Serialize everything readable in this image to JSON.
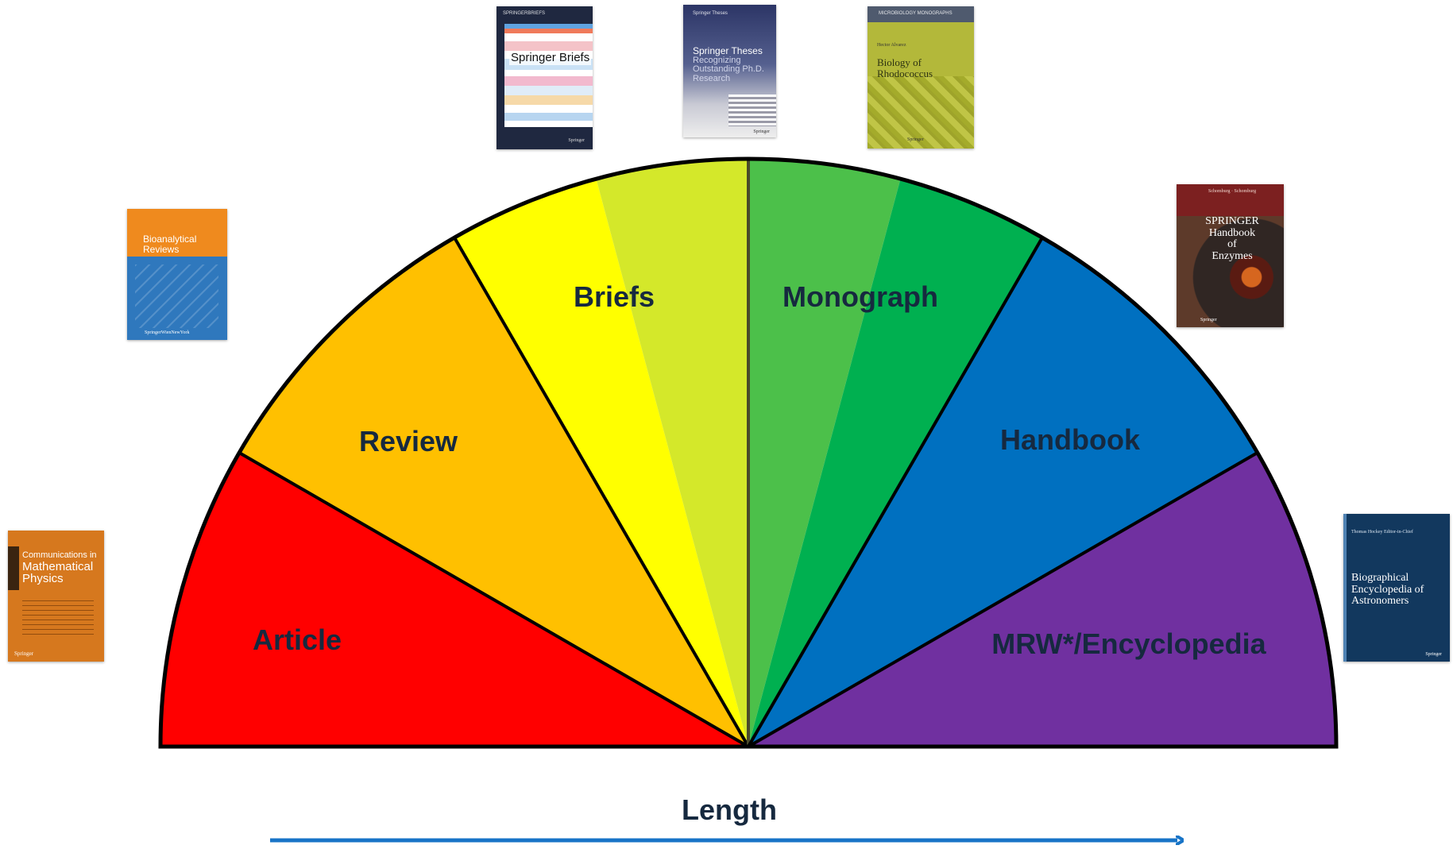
{
  "diagram": {
    "sectors": [
      {
        "label": "Article",
        "color": "#ff0000"
      },
      {
        "label": "Review",
        "color": "#ffc000"
      },
      {
        "label": "Briefs",
        "color": "#ffff00",
        "color2": "#d4e82a"
      },
      {
        "label": "Monograph",
        "color": "#4cc04a",
        "color2": "#00b050"
      },
      {
        "label": "Handbook",
        "color": "#0070c0"
      },
      {
        "label": "MRW*/Encyclopedia",
        "color": "#7030a0"
      }
    ],
    "label_color": "#16293f",
    "axis": {
      "label": "Length",
      "arrow_color": "#1874c7"
    }
  },
  "covers": {
    "cmp": {
      "title_line1": "Communications in",
      "title_line2": "Mathematical",
      "title_line3": "Physics",
      "publisher": "Springer"
    },
    "bioanalytical": {
      "title_line1": "Bioanalytical",
      "title_line2": "Reviews",
      "publisher": "SpringerWienNewYork"
    },
    "briefs": {
      "series": "SPRINGERBRIEFS",
      "title": "Springer Briefs",
      "publisher": "Springer"
    },
    "theses": {
      "series": "Springer Theses",
      "title": "Springer Theses",
      "subtitle_line1": "Recognizing",
      "subtitle_line2": "Outstanding Ph.D.",
      "subtitle_line3": "Research",
      "publisher": "Springer"
    },
    "rhodococcus": {
      "series": "MICROBIOLOGY MONOGRAPHS",
      "editor": "Hector Alvarez",
      "title_line1": "Biology of",
      "title_line2": "Rhodococcus",
      "publisher": "Springer"
    },
    "enzymes": {
      "editor": "Schomburg · Schomburg",
      "title_line1": "SPRINGER",
      "title_line2": "Handbook",
      "title_line3": "of",
      "title_line4": "Enzymes",
      "publisher": "Springer"
    },
    "astronomers": {
      "editor": "Thomas Hockey Editor-in-Chief",
      "title_line1": "Biographical",
      "title_line2": "Encyclopedia of",
      "title_line3": "Astronomers",
      "publisher": "Springer"
    }
  }
}
